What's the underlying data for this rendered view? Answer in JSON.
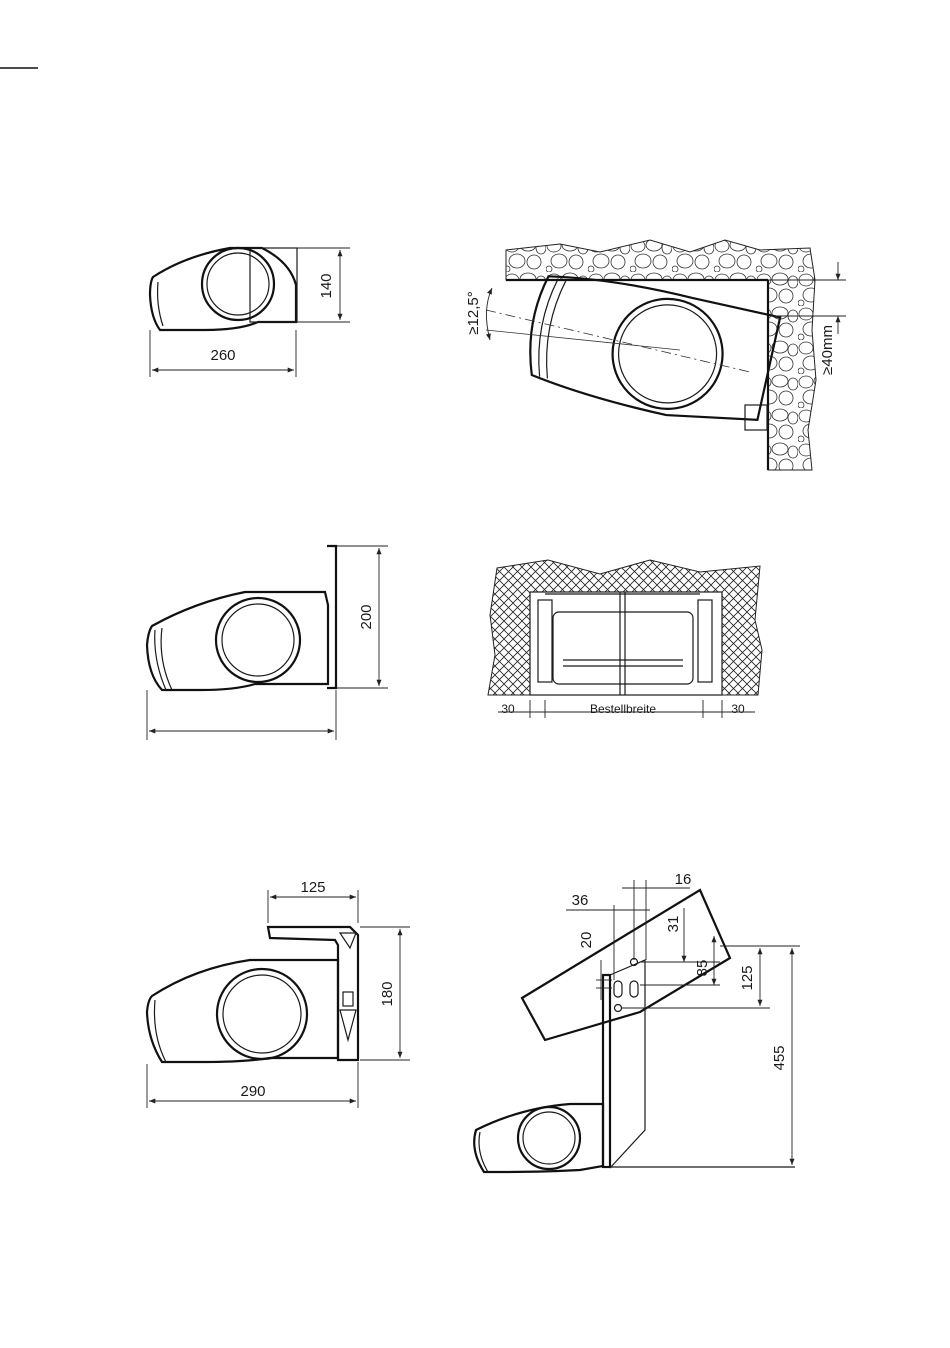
{
  "figure1": {
    "width": "260",
    "height": "140"
  },
  "figure2": {
    "angle": "≥12,5°",
    "clearance": "≥40mm"
  },
  "figure3": {
    "height": "200"
  },
  "figure4": {
    "left_gap": "30",
    "order_width": "Bestellbreite",
    "right_gap": "30"
  },
  "figure5": {
    "top_width": "125",
    "height": "180",
    "width": "290"
  },
  "figure6": {
    "d16": "16",
    "d36": "36",
    "d31": "31",
    "d20": "20",
    "d85": "85",
    "d125": "125",
    "d455": "455"
  }
}
